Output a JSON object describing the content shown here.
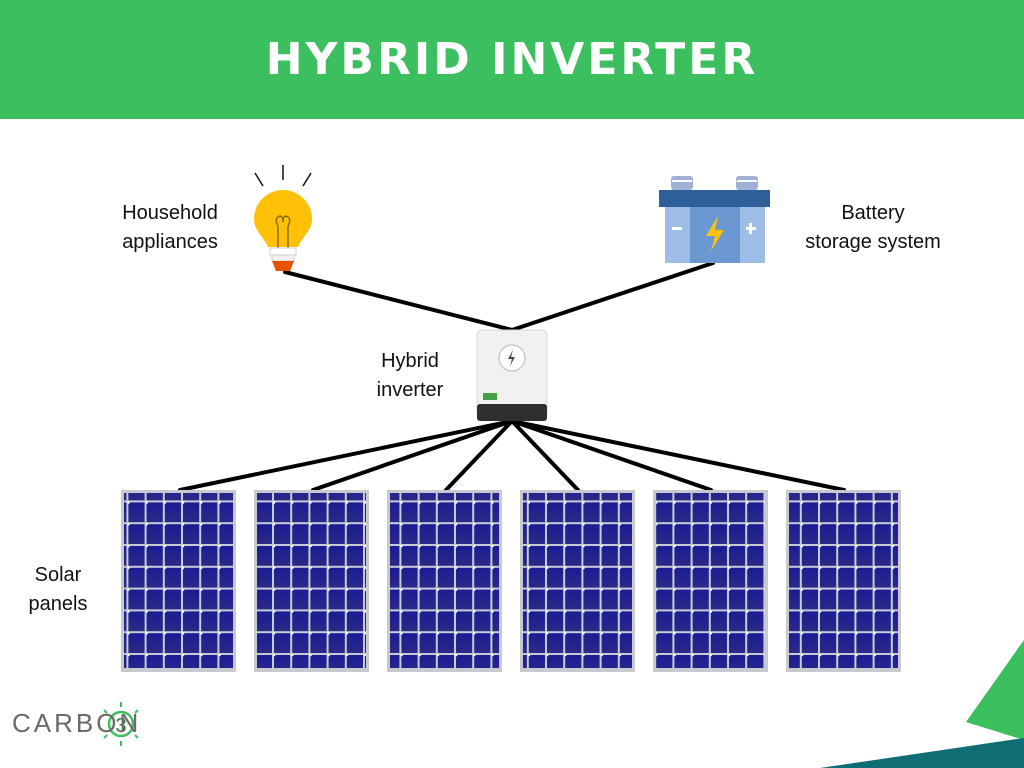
{
  "header": {
    "title": "HYBRID INVERTER"
  },
  "labels": {
    "household": [
      "Household",
      "appliances"
    ],
    "battery": [
      "Battery",
      "storage system"
    ],
    "inverter": [
      "Hybrid",
      "inverter"
    ],
    "solar": [
      "Solar",
      "panels"
    ]
  },
  "logo": {
    "text": "CARBON",
    "digit": "3"
  },
  "colors": {
    "header": "#3cbf5e",
    "panel": "#1a1a8c",
    "bulb": "#ffc107",
    "battery": "#8fb3e0",
    "accent_teal": "#0e6e73"
  },
  "panel_count": 6
}
